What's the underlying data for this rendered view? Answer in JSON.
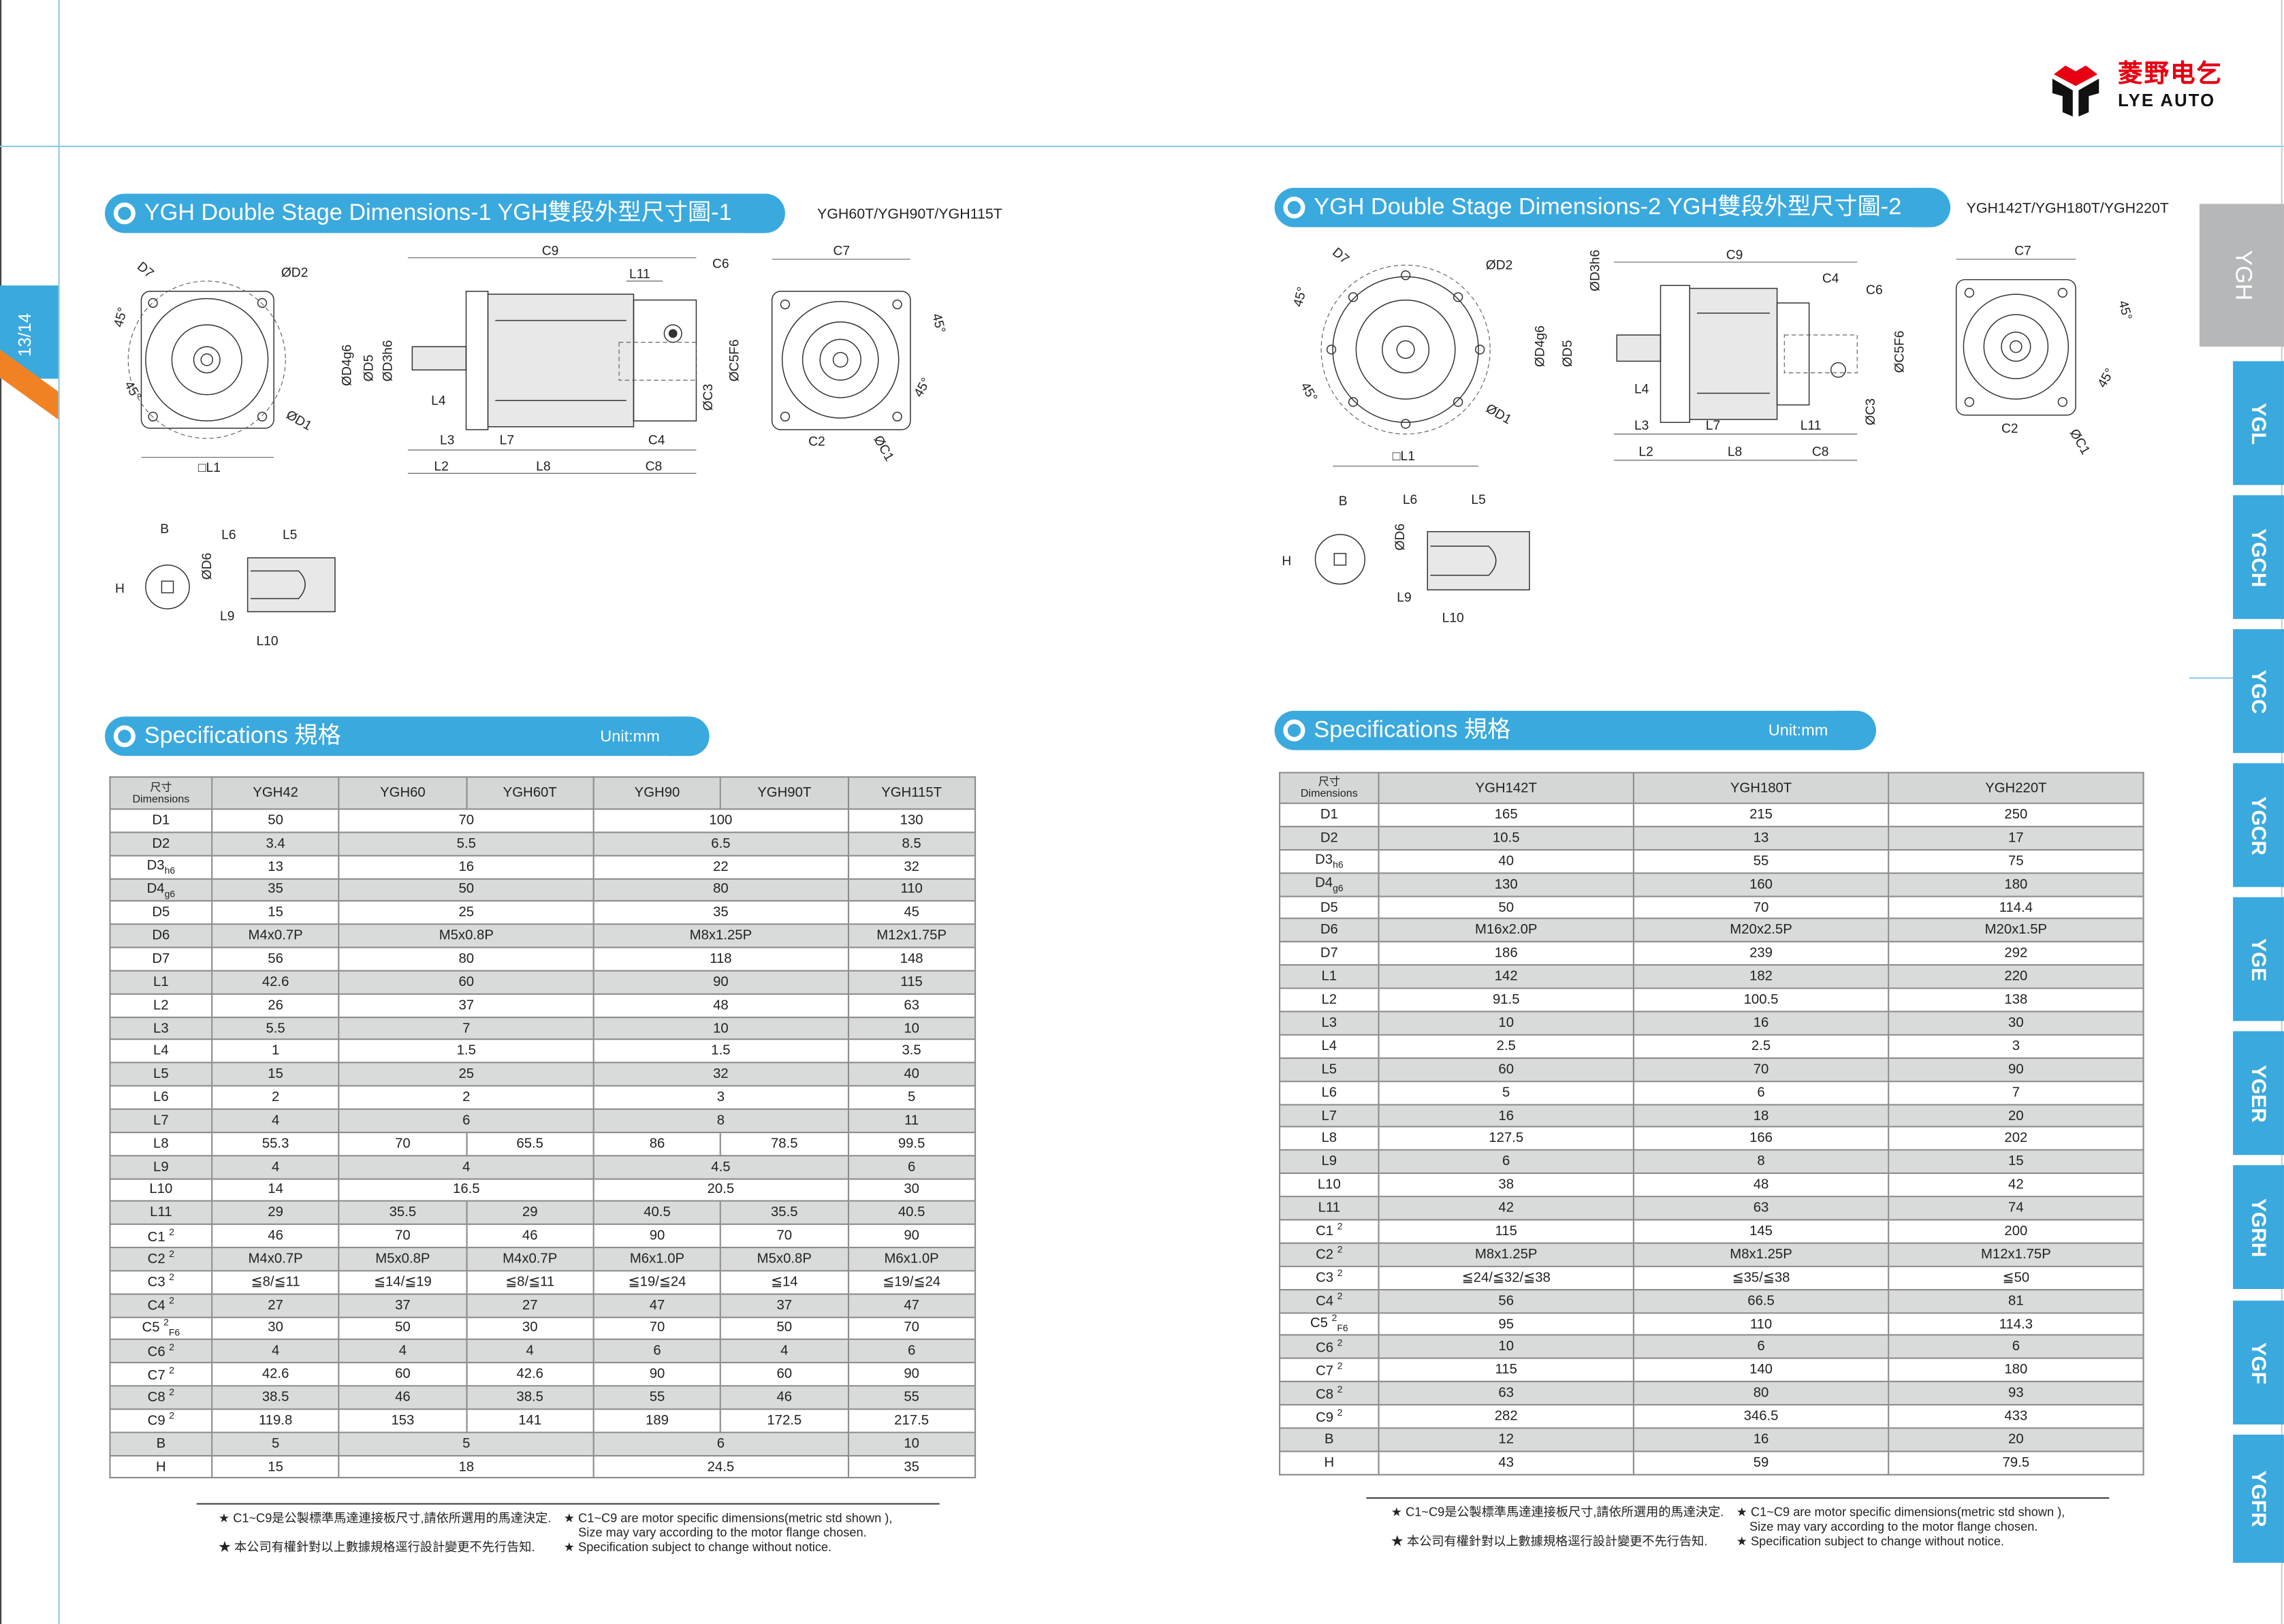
{
  "page": {
    "number": "13/14"
  },
  "brand": {
    "name_cn": "菱野电乞",
    "name_en": "LYE AUTO",
    "red": "#e60012",
    "blue": "#3aa9de",
    "orange": "#f08224"
  },
  "section1": {
    "title": "YGH Double Stage Dimensions-1  YGH雙段外型尺寸圖-1",
    "models": "YGH60T/YGH90T/YGH115T"
  },
  "section2": {
    "title": "YGH Double Stage Dimensions-2  YGH雙段外型尺寸圖-2",
    "models": "YGH142T/YGH180T/YGH220T"
  },
  "spec1": {
    "title": "Specifications  規格",
    "unit": "Unit:mm"
  },
  "spec2": {
    "title": "Specifications  規格",
    "unit": "Unit:mm"
  },
  "drawing1": {
    "front": [
      "D7",
      "ØD2",
      "45°",
      "45°",
      "ØD1",
      "□L1"
    ],
    "side": [
      "C9",
      "L11",
      "C6",
      "ØD4g6",
      "ØD5",
      "ØD3h6",
      "L4",
      "L3",
      "L7",
      "C4",
      "L2",
      "L8",
      "C8",
      "ØC5F6",
      "ØC3"
    ],
    "rear": [
      "C7",
      "45°",
      "45°",
      "C2",
      "ØC1"
    ],
    "key": [
      "B",
      "H",
      "L6",
      "L5",
      "ØD6",
      "L9",
      "L10"
    ]
  },
  "drawing2": {
    "front": [
      "D7",
      "ØD2",
      "45°",
      "45°",
      "ØD1",
      "□L1"
    ],
    "side": [
      "C9",
      "C4",
      "C6",
      "ØD3h6",
      "ØD4g6",
      "ØD5",
      "L4",
      "L3",
      "L7",
      "L11",
      "ØC3",
      "ØC5F6",
      "L2",
      "L8",
      "C8"
    ],
    "rear": [
      "C7",
      "45°",
      "45°",
      "C2",
      "ØC1"
    ],
    "key": [
      "B",
      "H",
      "L6",
      "L5",
      "ØD6",
      "L9",
      "L10"
    ]
  },
  "table1": {
    "dim_cn": "尺寸",
    "dim_en": "Dimensions",
    "models": [
      "YGH42",
      "YGH60",
      "YGH60T",
      "YGH90",
      "YGH90T",
      "YGH115T"
    ],
    "rows": [
      {
        "dim": "D1",
        "cells": [
          [
            "50",
            1
          ],
          [
            "70",
            2
          ],
          [
            "100",
            2
          ],
          [
            "130",
            1
          ]
        ]
      },
      {
        "dim": "D2",
        "cells": [
          [
            "3.4",
            1
          ],
          [
            "5.5",
            2
          ],
          [
            "6.5",
            2
          ],
          [
            "8.5",
            1
          ]
        ]
      },
      {
        "dim": "D3",
        "sub": "h6",
        "cells": [
          [
            "13",
            1
          ],
          [
            "16",
            2
          ],
          [
            "22",
            2
          ],
          [
            "32",
            1
          ]
        ]
      },
      {
        "dim": "D4",
        "sub": "g6",
        "cells": [
          [
            "35",
            1
          ],
          [
            "50",
            2
          ],
          [
            "80",
            2
          ],
          [
            "110",
            1
          ]
        ]
      },
      {
        "dim": "D5",
        "cells": [
          [
            "15",
            1
          ],
          [
            "25",
            2
          ],
          [
            "35",
            2
          ],
          [
            "45",
            1
          ]
        ]
      },
      {
        "dim": "D6",
        "cells": [
          [
            "M4x0.7P",
            1
          ],
          [
            "M5x0.8P",
            2
          ],
          [
            "M8x1.25P",
            2
          ],
          [
            "M12x1.75P",
            1
          ]
        ]
      },
      {
        "dim": "D7",
        "cells": [
          [
            "56",
            1
          ],
          [
            "80",
            2
          ],
          [
            "118",
            2
          ],
          [
            "148",
            1
          ]
        ]
      },
      {
        "dim": "L1",
        "cells": [
          [
            "42.6",
            1
          ],
          [
            "60",
            2
          ],
          [
            "90",
            2
          ],
          [
            "115",
            1
          ]
        ]
      },
      {
        "dim": "L2",
        "cells": [
          [
            "26",
            1
          ],
          [
            "37",
            2
          ],
          [
            "48",
            2
          ],
          [
            "63",
            1
          ]
        ]
      },
      {
        "dim": "L3",
        "cells": [
          [
            "5.5",
            1
          ],
          [
            "7",
            2
          ],
          [
            "10",
            2
          ],
          [
            "10",
            1
          ]
        ]
      },
      {
        "dim": "L4",
        "cells": [
          [
            "1",
            1
          ],
          [
            "1.5",
            2
          ],
          [
            "1.5",
            2
          ],
          [
            "3.5",
            1
          ]
        ]
      },
      {
        "dim": "L5",
        "cells": [
          [
            "15",
            1
          ],
          [
            "25",
            2
          ],
          [
            "32",
            2
          ],
          [
            "40",
            1
          ]
        ]
      },
      {
        "dim": "L6",
        "cells": [
          [
            "2",
            1
          ],
          [
            "2",
            2
          ],
          [
            "3",
            2
          ],
          [
            "5",
            1
          ]
        ]
      },
      {
        "dim": "L7",
        "cells": [
          [
            "4",
            1
          ],
          [
            "6",
            2
          ],
          [
            "8",
            2
          ],
          [
            "11",
            1
          ]
        ]
      },
      {
        "dim": "L8",
        "cells": [
          [
            "55.3",
            1
          ],
          [
            "70",
            1
          ],
          [
            "65.5",
            1
          ],
          [
            "86",
            1
          ],
          [
            "78.5",
            1
          ],
          [
            "99.5",
            1
          ]
        ]
      },
      {
        "dim": "L9",
        "cells": [
          [
            "4",
            1
          ],
          [
            "4",
            2
          ],
          [
            "4.5",
            2
          ],
          [
            "6",
            1
          ]
        ]
      },
      {
        "dim": "L10",
        "cells": [
          [
            "14",
            1
          ],
          [
            "16.5",
            2
          ],
          [
            "20.5",
            2
          ],
          [
            "30",
            1
          ]
        ]
      },
      {
        "dim": "L11",
        "cells": [
          [
            "29",
            1
          ],
          [
            "35.5",
            1
          ],
          [
            "29",
            1
          ],
          [
            "40.5",
            1
          ],
          [
            "35.5",
            1
          ],
          [
            "40.5",
            1
          ]
        ]
      },
      {
        "dim": "C1",
        "sup": "2",
        "cells": [
          [
            "46",
            1
          ],
          [
            "70",
            1
          ],
          [
            "46",
            1
          ],
          [
            "90",
            1
          ],
          [
            "70",
            1
          ],
          [
            "90",
            1
          ]
        ]
      },
      {
        "dim": "C2",
        "sup": "2",
        "cells": [
          [
            "M4x0.7P",
            1
          ],
          [
            "M5x0.8P",
            1
          ],
          [
            "M4x0.7P",
            1
          ],
          [
            "M6x1.0P",
            1
          ],
          [
            "M5x0.8P",
            1
          ],
          [
            "M6x1.0P",
            1
          ]
        ]
      },
      {
        "dim": "C3",
        "sup": "2",
        "cells": [
          [
            "≦8/≦11",
            1
          ],
          [
            "≦14/≦19",
            1
          ],
          [
            "≦8/≦11",
            1
          ],
          [
            "≦19/≦24",
            1
          ],
          [
            "≦14",
            1
          ],
          [
            "≦19/≦24",
            1
          ]
        ]
      },
      {
        "dim": "C4",
        "sup": "2",
        "cells": [
          [
            "27",
            1
          ],
          [
            "37",
            1
          ],
          [
            "27",
            1
          ],
          [
            "47",
            1
          ],
          [
            "37",
            1
          ],
          [
            "47",
            1
          ]
        ]
      },
      {
        "dim": "C5",
        "sup": "2",
        "sub": "F6",
        "cells": [
          [
            "30",
            1
          ],
          [
            "50",
            1
          ],
          [
            "30",
            1
          ],
          [
            "70",
            1
          ],
          [
            "50",
            1
          ],
          [
            "70",
            1
          ]
        ]
      },
      {
        "dim": "C6",
        "sup": "2",
        "cells": [
          [
            "4",
            1
          ],
          [
            "4",
            1
          ],
          [
            "4",
            1
          ],
          [
            "6",
            1
          ],
          [
            "4",
            1
          ],
          [
            "6",
            1
          ]
        ]
      },
      {
        "dim": "C7",
        "sup": "2",
        "cells": [
          [
            "42.6",
            1
          ],
          [
            "60",
            1
          ],
          [
            "42.6",
            1
          ],
          [
            "90",
            1
          ],
          [
            "60",
            1
          ],
          [
            "90",
            1
          ]
        ]
      },
      {
        "dim": "C8",
        "sup": "2",
        "cells": [
          [
            "38.5",
            1
          ],
          [
            "46",
            1
          ],
          [
            "38.5",
            1
          ],
          [
            "55",
            1
          ],
          [
            "46",
            1
          ],
          [
            "55",
            1
          ]
        ]
      },
      {
        "dim": "C9",
        "sup": "2",
        "cells": [
          [
            "119.8",
            1
          ],
          [
            "153",
            1
          ],
          [
            "141",
            1
          ],
          [
            "189",
            1
          ],
          [
            "172.5",
            1
          ],
          [
            "217.5",
            1
          ]
        ]
      },
      {
        "dim": "B",
        "cells": [
          [
            "5",
            1
          ],
          [
            "5",
            2
          ],
          [
            "6",
            2
          ],
          [
            "10",
            1
          ]
        ]
      },
      {
        "dim": "H",
        "cells": [
          [
            "15",
            1
          ],
          [
            "18",
            2
          ],
          [
            "24.5",
            2
          ],
          [
            "35",
            1
          ]
        ]
      }
    ]
  },
  "table2": {
    "dim_cn": "尺寸",
    "dim_en": "Dimensions",
    "models": [
      "YGH142T",
      "YGH180T",
      "YGH220T"
    ],
    "rows": [
      {
        "dim": "D1",
        "cells": [
          [
            "165",
            1
          ],
          [
            "215",
            1
          ],
          [
            "250",
            1
          ]
        ]
      },
      {
        "dim": "D2",
        "cells": [
          [
            "10.5",
            1
          ],
          [
            "13",
            1
          ],
          [
            "17",
            1
          ]
        ]
      },
      {
        "dim": "D3",
        "sub": "h6",
        "cells": [
          [
            "40",
            1
          ],
          [
            "55",
            1
          ],
          [
            "75",
            1
          ]
        ]
      },
      {
        "dim": "D4",
        "sub": "g6",
        "cells": [
          [
            "130",
            1
          ],
          [
            "160",
            1
          ],
          [
            "180",
            1
          ]
        ]
      },
      {
        "dim": "D5",
        "cells": [
          [
            "50",
            1
          ],
          [
            "70",
            1
          ],
          [
            "114.4",
            1
          ]
        ]
      },
      {
        "dim": "D6",
        "cells": [
          [
            "M16x2.0P",
            1
          ],
          [
            "M20x2.5P",
            1
          ],
          [
            "M20x1.5P",
            1
          ]
        ]
      },
      {
        "dim": "D7",
        "cells": [
          [
            "186",
            1
          ],
          [
            "239",
            1
          ],
          [
            "292",
            1
          ]
        ]
      },
      {
        "dim": "L1",
        "cells": [
          [
            "142",
            1
          ],
          [
            "182",
            1
          ],
          [
            "220",
            1
          ]
        ]
      },
      {
        "dim": "L2",
        "cells": [
          [
            "91.5",
            1
          ],
          [
            "100.5",
            1
          ],
          [
            "138",
            1
          ]
        ]
      },
      {
        "dim": "L3",
        "cells": [
          [
            "10",
            1
          ],
          [
            "16",
            1
          ],
          [
            "30",
            1
          ]
        ]
      },
      {
        "dim": "L4",
        "cells": [
          [
            "2.5",
            1
          ],
          [
            "2.5",
            1
          ],
          [
            "3",
            1
          ]
        ]
      },
      {
        "dim": "L5",
        "cells": [
          [
            "60",
            1
          ],
          [
            "70",
            1
          ],
          [
            "90",
            1
          ]
        ]
      },
      {
        "dim": "L6",
        "cells": [
          [
            "5",
            1
          ],
          [
            "6",
            1
          ],
          [
            "7",
            1
          ]
        ]
      },
      {
        "dim": "L7",
        "cells": [
          [
            "16",
            1
          ],
          [
            "18",
            1
          ],
          [
            "20",
            1
          ]
        ]
      },
      {
        "dim": "L8",
        "cells": [
          [
            "127.5",
            1
          ],
          [
            "166",
            1
          ],
          [
            "202",
            1
          ]
        ]
      },
      {
        "dim": "L9",
        "cells": [
          [
            "6",
            1
          ],
          [
            "8",
            1
          ],
          [
            "15",
            1
          ]
        ]
      },
      {
        "dim": "L10",
        "cells": [
          [
            "38",
            1
          ],
          [
            "48",
            1
          ],
          [
            "42",
            1
          ]
        ]
      },
      {
        "dim": "L11",
        "cells": [
          [
            "42",
            1
          ],
          [
            "63",
            1
          ],
          [
            "74",
            1
          ]
        ]
      },
      {
        "dim": "C1",
        "sup": "2",
        "cells": [
          [
            "115",
            1
          ],
          [
            "145",
            1
          ],
          [
            "200",
            1
          ]
        ]
      },
      {
        "dim": "C2",
        "sup": "2",
        "cells": [
          [
            "M8x1.25P",
            1
          ],
          [
            "M8x1.25P",
            1
          ],
          [
            "M12x1.75P",
            1
          ]
        ]
      },
      {
        "dim": "C3",
        "sup": "2",
        "cells": [
          [
            "≦24/≦32/≦38",
            1
          ],
          [
            "≦35/≦38",
            1
          ],
          [
            "≦50",
            1
          ]
        ]
      },
      {
        "dim": "C4",
        "sup": "2",
        "cells": [
          [
            "56",
            1
          ],
          [
            "66.5",
            1
          ],
          [
            "81",
            1
          ]
        ]
      },
      {
        "dim": "C5",
        "sup": "2",
        "sub": "F6",
        "cells": [
          [
            "95",
            1
          ],
          [
            "110",
            1
          ],
          [
            "114.3",
            1
          ]
        ]
      },
      {
        "dim": "C6",
        "sup": "2",
        "cells": [
          [
            "10",
            1
          ],
          [
            "6",
            1
          ],
          [
            "6",
            1
          ]
        ]
      },
      {
        "dim": "C7",
        "sup": "2",
        "cells": [
          [
            "115",
            1
          ],
          [
            "140",
            1
          ],
          [
            "180",
            1
          ]
        ]
      },
      {
        "dim": "C8",
        "sup": "2",
        "cells": [
          [
            "63",
            1
          ],
          [
            "80",
            1
          ],
          [
            "93",
            1
          ]
        ]
      },
      {
        "dim": "C9",
        "sup": "2",
        "cells": [
          [
            "282",
            1
          ],
          [
            "346.5",
            1
          ],
          [
            "433",
            1
          ]
        ]
      },
      {
        "dim": "B",
        "cells": [
          [
            "12",
            1
          ],
          [
            "16",
            1
          ],
          [
            "20",
            1
          ]
        ]
      },
      {
        "dim": "H",
        "cells": [
          [
            "43",
            1
          ],
          [
            "59",
            1
          ],
          [
            "79.5",
            1
          ]
        ]
      }
    ]
  },
  "notes": {
    "cn1": "★ C1~C9是公製標準馬達連接板尺寸,請依所選用的馬達決定.",
    "cn2": "★ 本公司有權針對以上數據規格逕行設計變更不先行告知.",
    "en1": "★ C1~C9 are motor specific dimensions(metric std shown ),",
    "en1b": "Size may vary according to the motor flange chosen.",
    "en2": "★ Specification subject to change without notice."
  },
  "side_tabs": {
    "active": "YGH",
    "items": [
      "YGL",
      "YGCH",
      "YGC",
      "YGCR",
      "YGE",
      "YGER",
      "YGRH",
      "YGF",
      "YGFR"
    ]
  }
}
